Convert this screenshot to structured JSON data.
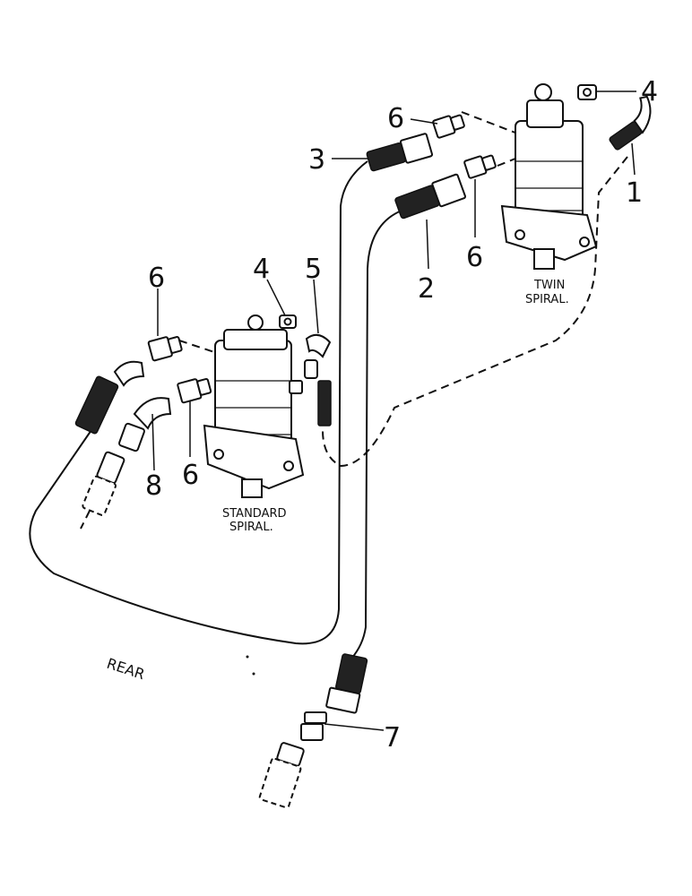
{
  "labels": {
    "twin_spiral_line1": "TWIN",
    "twin_spiral_line2": "SPIRAL.",
    "standard_spiral_line1": "STANDARD",
    "standard_spiral_line2": "SPIRAL.",
    "rear": "REAR"
  },
  "callouts": {
    "c1": "1",
    "c2": "2",
    "c3": "3",
    "c4_top": "4",
    "c4_mid": "4",
    "c5": "5",
    "c6_top": "6",
    "c6_right": "6",
    "c6_left": "6",
    "c6_bottom": "6",
    "c7": "7",
    "c8": "8"
  }
}
